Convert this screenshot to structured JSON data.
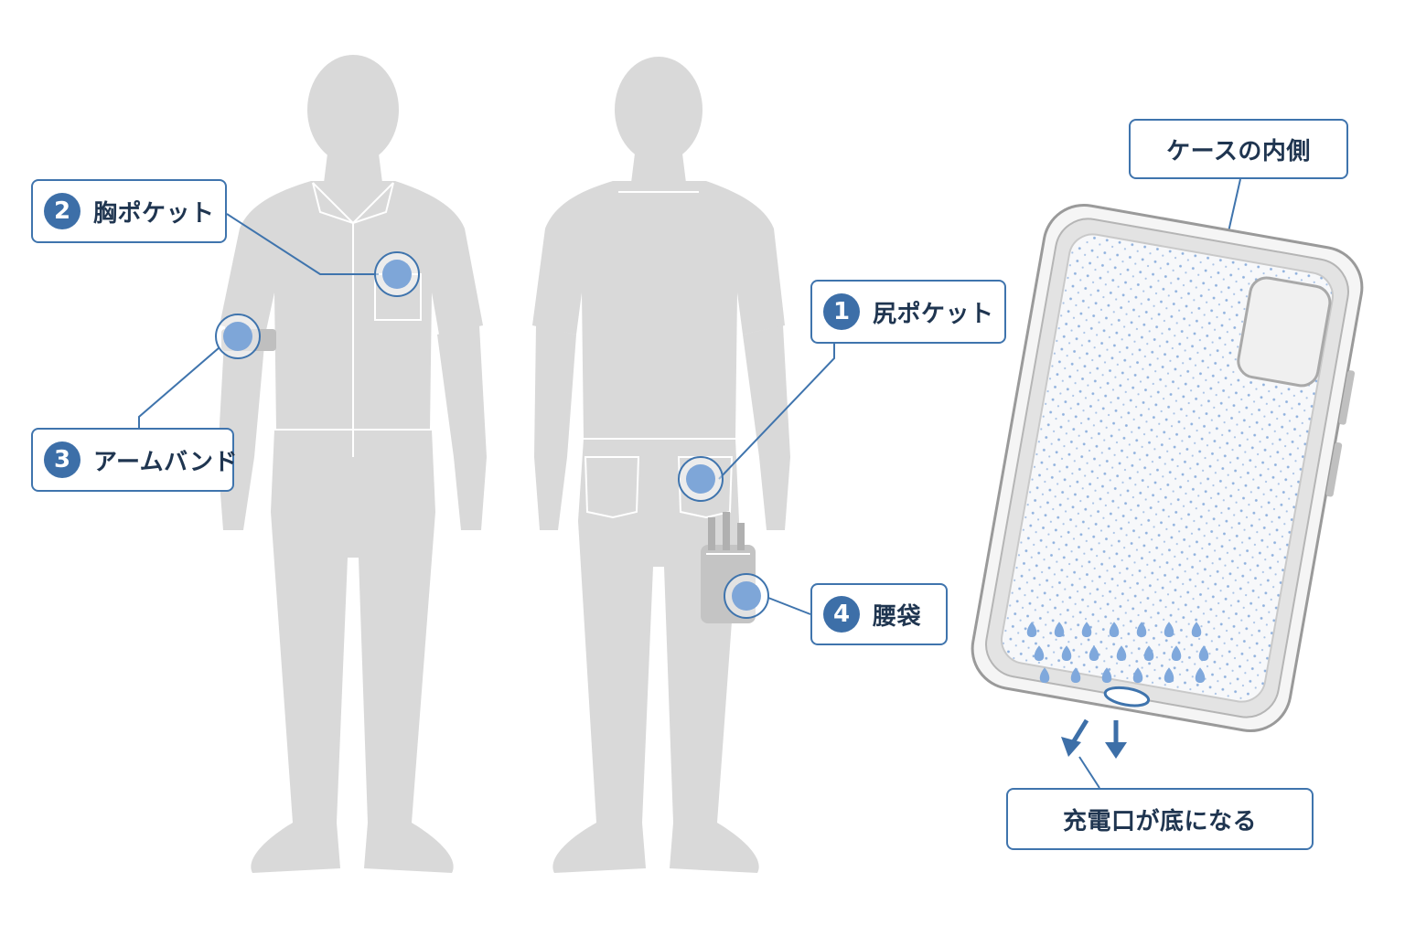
{
  "callouts": {
    "chest_pocket": {
      "number": "2",
      "label": "胸ポケット"
    },
    "armband": {
      "number": "3",
      "label": "アームバンド"
    },
    "back_pocket": {
      "number": "1",
      "label": "尻ポケット"
    },
    "waist_pouch": {
      "number": "4",
      "label": "腰袋"
    },
    "case_inside": {
      "label": "ケースの内側"
    },
    "charging_port": {
      "label": "充電口が底になる"
    }
  },
  "colors": {
    "accent": "#3f74ad",
    "badge": "#3d6fa8",
    "silhouette": "#d9d9d9",
    "marker": "#7ea6d8",
    "droplet": "#7fa8dc",
    "text": "#1f3550"
  }
}
